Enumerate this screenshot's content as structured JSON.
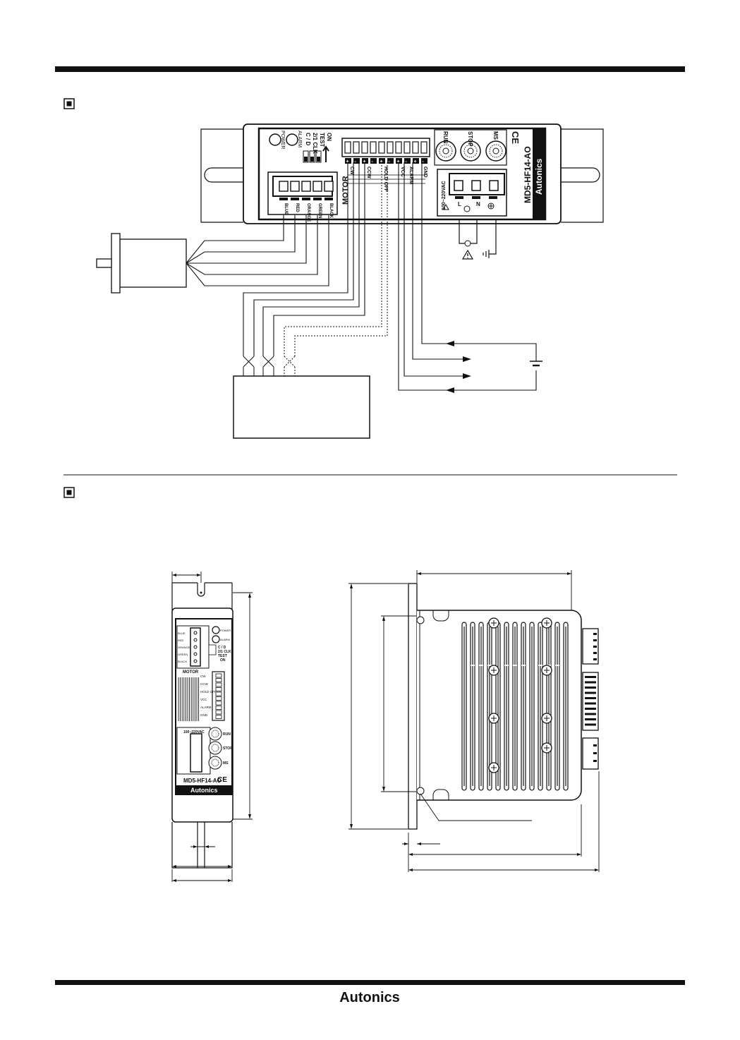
{
  "device": {
    "model": "MD5-HF14-AO",
    "brand": "Autonics",
    "power_label": "POWER",
    "alarm_label": "ALARM",
    "dip_labels": [
      "C / D",
      "2/1 CLK",
      "TEST"
    ],
    "dip_on": "ON",
    "run_label": "RUN",
    "stop_label": "STOP",
    "ms_label": "MS",
    "ac_label": "100~220VAC",
    "motor_label": "MOTOR",
    "ce_mark": "CE",
    "wire_colors": [
      "BLUE",
      "RED",
      "ORANGE",
      "GREEN",
      "BLACK"
    ],
    "signal_pins": [
      "+",
      "-",
      "+",
      "-",
      "+",
      "-",
      "+",
      "-",
      "+",
      "-"
    ],
    "signal_labels": [
      "CW",
      "CCW",
      "HOLD OFF",
      "VCC",
      "ALARM",
      "GND"
    ],
    "ac_terminals": [
      "L",
      "N"
    ]
  },
  "front_view": {
    "wire_colors_small": [
      "BLUE",
      "RED",
      "ORANGE",
      "GREEN",
      "BLACK"
    ],
    "signal_labels_small": [
      "CW",
      "CCW",
      "HOLD OFF",
      "VCC",
      "ALARM",
      "GND"
    ],
    "dip_labels_small": [
      "C / D",
      "2/1 CLK",
      "TEST"
    ],
    "ac_label_small": "100~220VAC"
  },
  "footer": {
    "brand": "Autonics"
  },
  "colors": {
    "ink": "#111111",
    "panel": "#ffffff",
    "dark_label_bg": "#111111"
  },
  "icons": [
    "section-bullet-icon",
    "warning-triangle-icon",
    "ground-icon",
    "fuse-icon",
    "battery-icon"
  ]
}
